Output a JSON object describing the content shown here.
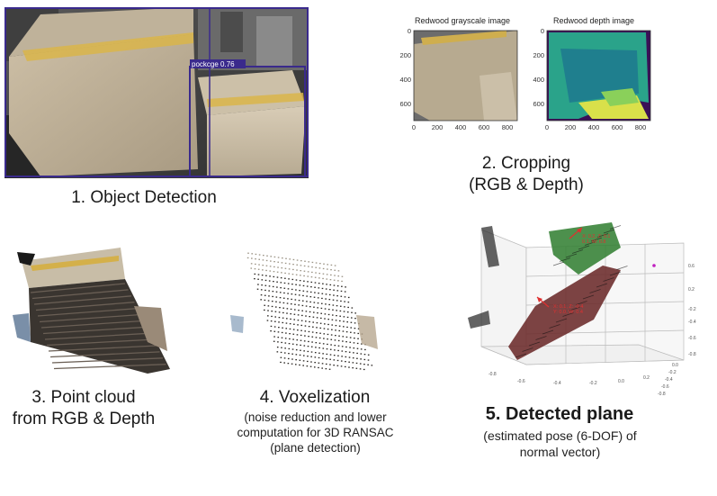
{
  "panel1": {
    "detection_label": "pockcge 0.76",
    "caption": "1. Object Detection"
  },
  "panel2": {
    "left_title": "Redwood grayscale image",
    "right_title": "Redwood depth image",
    "x_ticks": [
      "0",
      "200",
      "400",
      "600",
      "800"
    ],
    "y_ticks": [
      "0",
      "200",
      "400",
      "600"
    ],
    "caption_line1": "2. Cropping",
    "caption_line2": "(RGB & Depth)"
  },
  "panel3": {
    "caption_line1": "3. Point cloud",
    "caption_line2": "from RGB & Depth"
  },
  "panel4": {
    "caption_line1": "4. Voxelization",
    "note_line1": "(noise reduction and lower",
    "note_line2": "computation for 3D RANSAC",
    "note_line3": "(plane detection)"
  },
  "panel5": {
    "annotation_top_1": "X: 0.2, Z: 0.1",
    "annotation_top_2": "0.1, W: 0.8",
    "annotation_bottom_1": "X: 0.1, Z: -0.4",
    "annotation_bottom_2": "Y: 0.0, W: 0.4",
    "right_ticks": [
      "0.6",
      "0.2",
      "-0.2",
      "-0.4",
      "-0.6",
      "-0.8"
    ],
    "bottom_ticks": [
      "-0.8",
      "-0.6",
      "-0.4",
      "-0.2",
      "0.0",
      "0.2"
    ],
    "side_ticks": [
      "0.0",
      "-0.2",
      "-0.4",
      "-0.6",
      "-0.8"
    ],
    "caption_line1": "5. Detected plane",
    "caption_line2": "(estimated pose (6-DOF) of",
    "caption_line3": "normal vector)"
  },
  "colors": {
    "detection_box": "#3a2a8c",
    "cardboard": "#c2b39a",
    "tape": "#d9b54a",
    "plane_green": "#2e7d2e",
    "plane_red": "#6b2a2a",
    "arrow_red": "#e03030"
  }
}
